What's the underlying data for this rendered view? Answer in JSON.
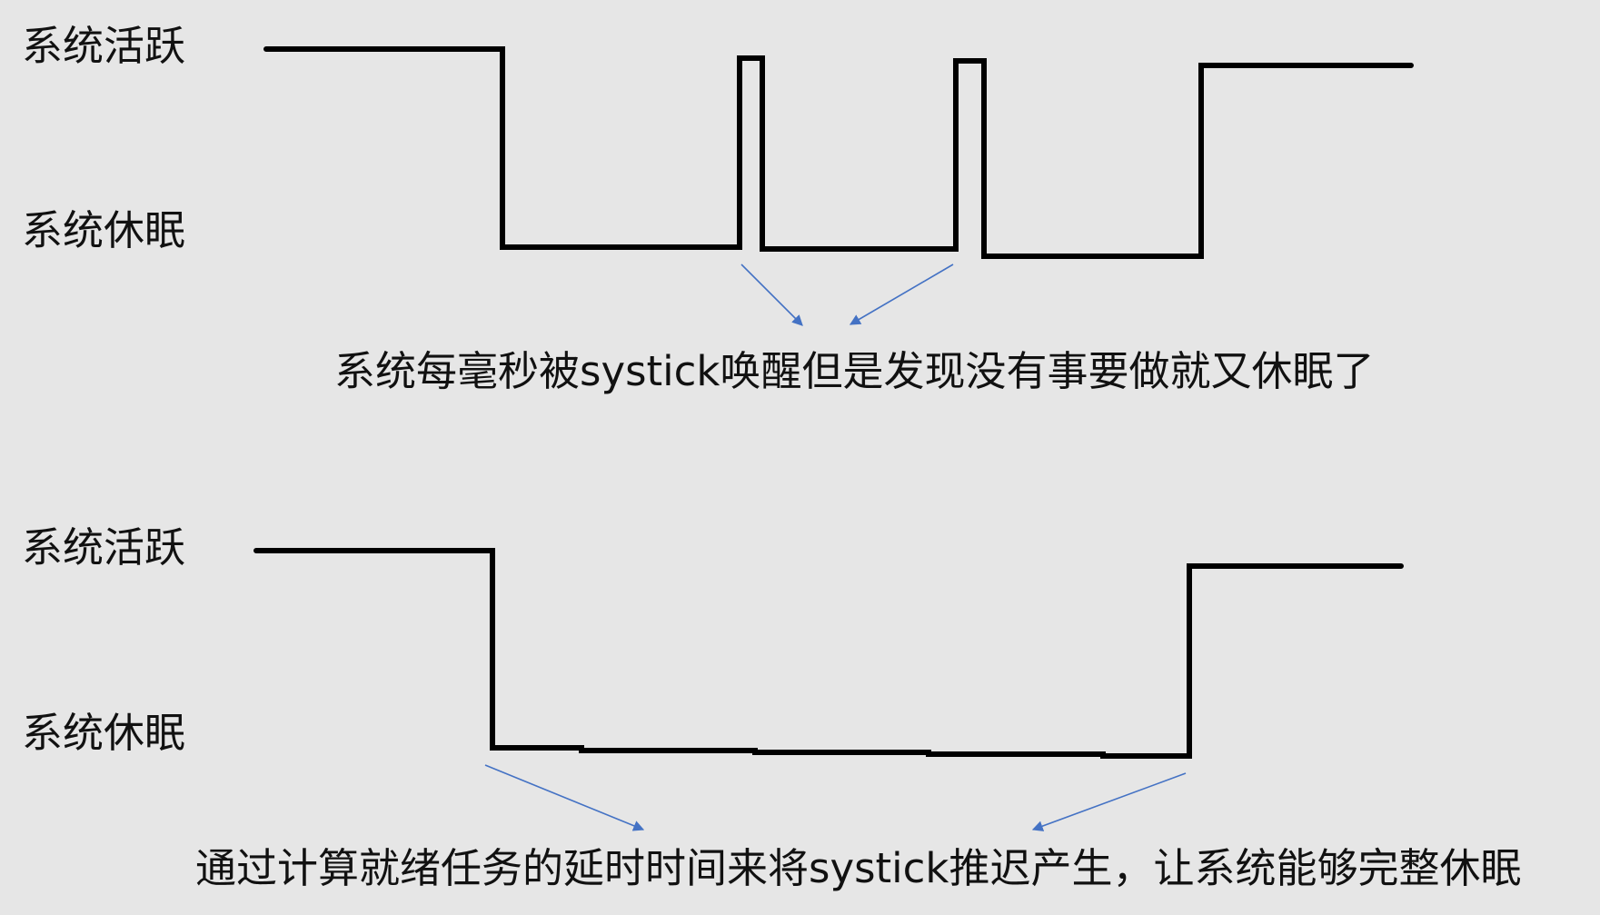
{
  "diagram1": {
    "active_label": "系统活跃",
    "sleep_label": "系统休眠",
    "caption": "系统每毫秒被systick唤醒但是发现没有事要做就又休眠了"
  },
  "diagram2": {
    "active_label": "系统活跃",
    "sleep_label": "系统休眠",
    "caption": "通过计算就绪任务的延时时间来将systick推迟产生，让系统能够完整休眠"
  },
  "colors": {
    "background": "#e6e6e6",
    "waveform": "#000000",
    "arrow": "#4472c4",
    "text": "#111111"
  }
}
